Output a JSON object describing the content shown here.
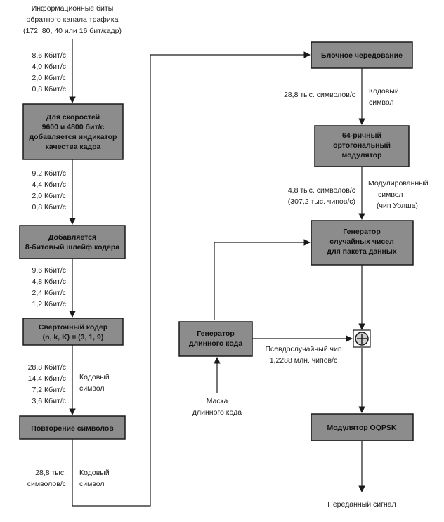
{
  "labels": {
    "input_title": [
      "Информационные биты",
      "обратного канала трафика",
      "(172, 80, 40 или 16 бит/кадр)"
    ],
    "rates_1": [
      "8,6 Кбит/с",
      "4,0 Кбит/с",
      "2,0 Кбит/с",
      "0,8 Кбит/с"
    ],
    "rates_2": [
      "9,2 Кбит/с",
      "4,4 Кбит/с",
      "2,0 Кбит/с",
      "0,8 Кбит/с"
    ],
    "rates_3": [
      "9,6 Кбит/с",
      "4,8 Кбит/с",
      "2,4 Кбит/с",
      "1,2 Кбит/с"
    ],
    "rates_4": [
      "28,8 Кбит/с",
      "14,4 Кбит/с",
      "7,2 Кбит/с",
      "3,6 Кбит/с"
    ],
    "code_symbol_1": [
      "Кодовый",
      "символ"
    ],
    "rate_5": [
      "28,8 тыс.",
      "символов/с"
    ],
    "code_symbol_2": [
      "Кодовый",
      "символ"
    ],
    "interleave_rate": "28,8 тыс. символов/с",
    "code_symbol_3": [
      "Кодовый",
      "символ"
    ],
    "mod_rate": [
      "4,8 тыс. символов/с",
      "(307,2 тыс. чипов/с)"
    ],
    "mod_symbol": [
      "Модулированный",
      "символ",
      "(чип Уолша)"
    ],
    "pn_chip": [
      "Псевдослучайный чип",
      "1,2288 млн. чипов/с"
    ],
    "mask": [
      "Маска",
      "длинного кода"
    ],
    "output": "Переданный сигнал"
  },
  "boxes": {
    "indicator": [
      "Для скоростей",
      "9600 и 4800 бит/с",
      "добавляется индикатор",
      "качества кадра"
    ],
    "tail": [
      "Добавляется",
      "8-битовый шлейф кодера"
    ],
    "conv": [
      "Сверточный кодер",
      "(n, k, K) = (3, 1, 9)"
    ],
    "repeat": [
      "Повторение символов"
    ],
    "interleave": [
      "Блочное чередование"
    ],
    "orth": [
      "64-ричный",
      "ортогональный",
      "модулятор"
    ],
    "burst": [
      "Генератор",
      "случайных чисел",
      "для пакета данных"
    ],
    "longcode": [
      "Генератор",
      "длинного кода"
    ],
    "oqpsk": [
      "Модулятор OQPSK"
    ]
  }
}
